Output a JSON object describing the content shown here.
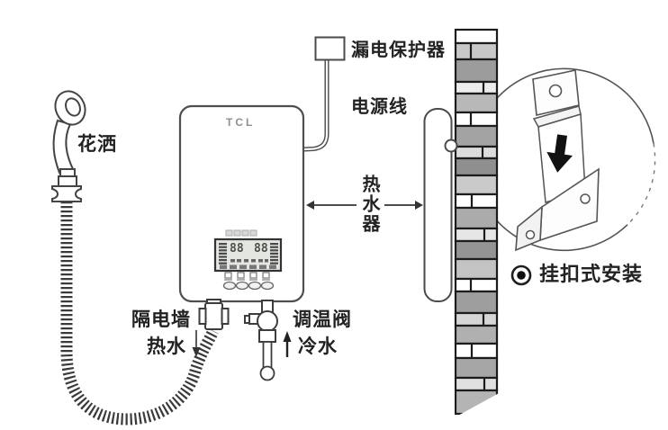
{
  "brand": "TCL",
  "labels": {
    "shower": "花洒",
    "leakage_protector": "漏电保护器",
    "power_cord": "电源线",
    "water_heater": "热水器",
    "isolation_wall": "隔电墙",
    "hot_water": "热水",
    "temp_valve": "调温阀",
    "cold_water": "冷水",
    "hook_mount": "挂扣式安装"
  },
  "display": {
    "left_value": "88",
    "right_value": "88"
  },
  "colors": {
    "line": "#3f3f3f",
    "brick_dark": "#9c9c9c",
    "brick_mid": "#c3c3c3",
    "lcd_bg": "#e3e6e1"
  }
}
